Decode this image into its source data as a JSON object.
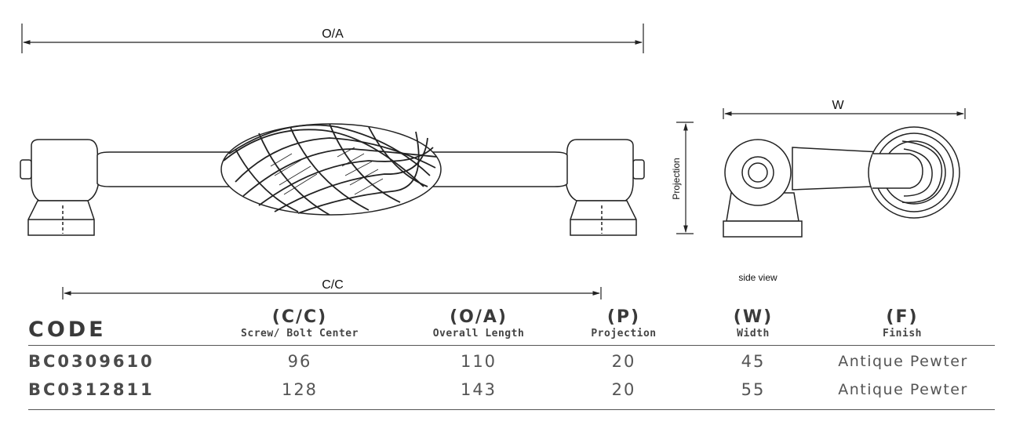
{
  "drawing": {
    "oa_label": "O/A",
    "cc_label": "C/C",
    "w_label": "W",
    "projection_label": "Projection",
    "side_view_label": "side view"
  },
  "table": {
    "code_header": "CODE",
    "columns": [
      {
        "abbr": "(C/C)",
        "name": "Screw/ Bolt Center"
      },
      {
        "abbr": "(O/A)",
        "name": "Overall Length"
      },
      {
        "abbr": "(P)",
        "name": "Projection"
      },
      {
        "abbr": "(W)",
        "name": "Width"
      },
      {
        "abbr": "(F)",
        "name": "Finish"
      }
    ],
    "rows": [
      {
        "code": "BC0309610",
        "cc": "96",
        "oa": "110",
        "p": "20",
        "w": "45",
        "finish": "Antique Pewter"
      },
      {
        "code": "BC0312811",
        "cc": "128",
        "oa": "143",
        "p": "20",
        "w": "55",
        "finish": "Antique Pewter"
      }
    ]
  }
}
